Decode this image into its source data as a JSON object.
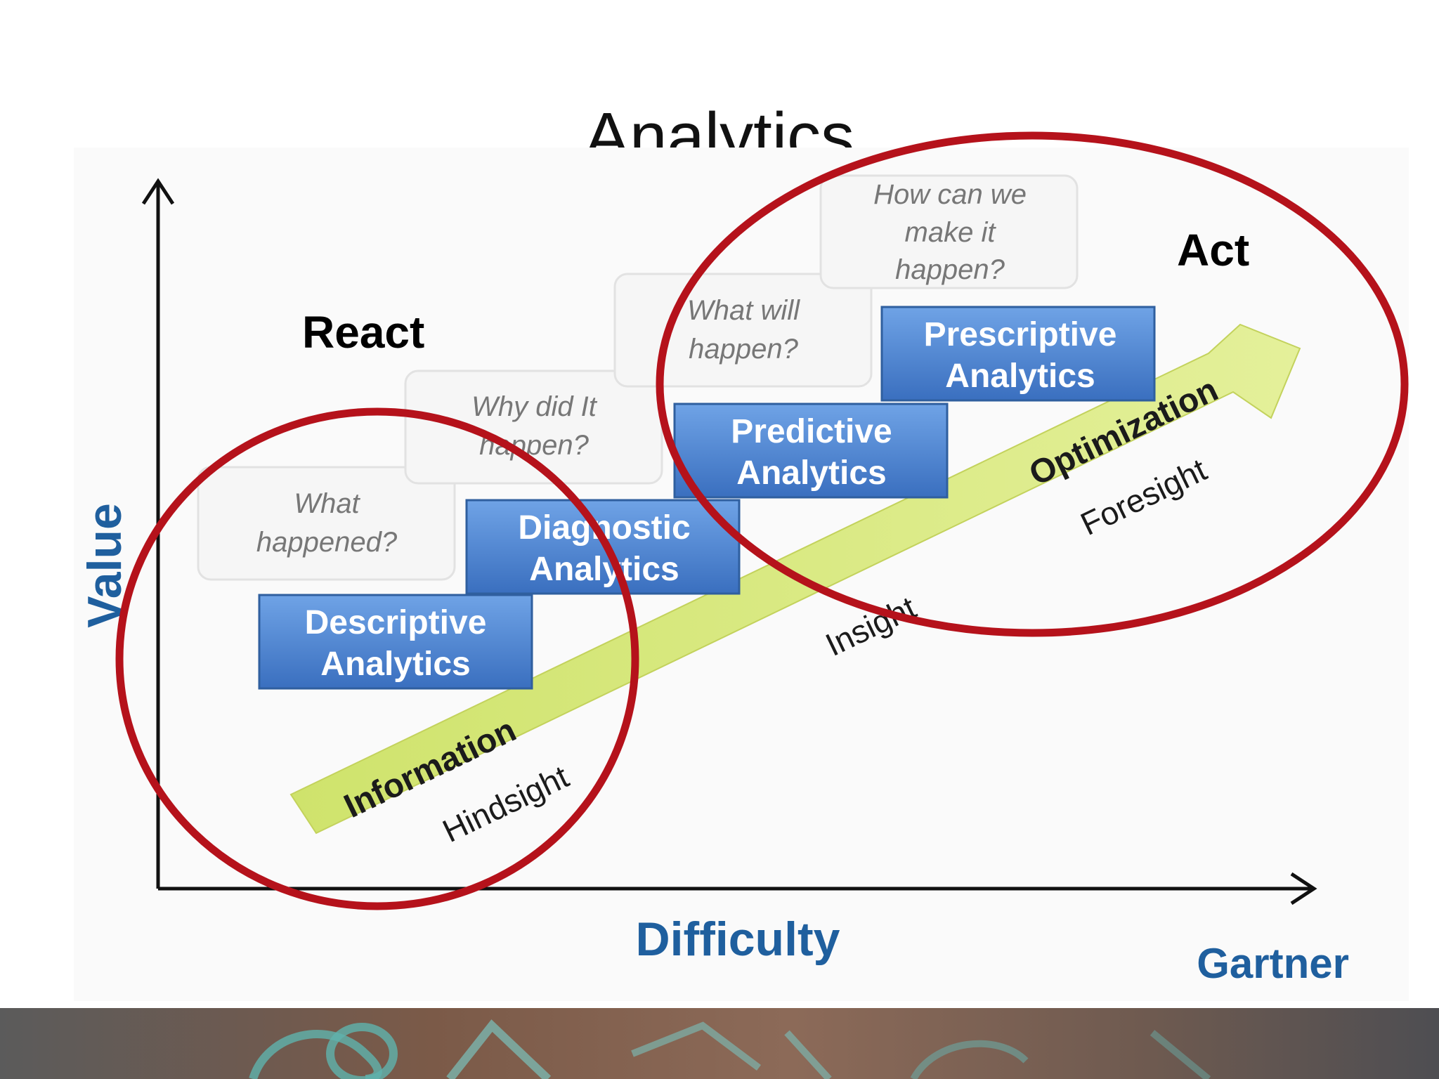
{
  "slide": {
    "title": "Analytics",
    "react_label": "React",
    "act_label": "Act"
  },
  "diagram": {
    "y_axis_label": "Value",
    "x_axis_label": "Difficulty",
    "source_logo": "Gartner",
    "arrow": {
      "stage_labels": [
        "Information",
        "Insight",
        "Optimization"
      ],
      "time_labels": [
        "Hindsight",
        "Foresight"
      ]
    },
    "steps": [
      {
        "box_line1": "Descriptive",
        "box_line2": "Analytics",
        "question_line1": "What",
        "question_line2": "happened?",
        "question_line3": ""
      },
      {
        "box_line1": "Diagnostic",
        "box_line2": "Analytics",
        "question_line1": "Why did It",
        "question_line2": "happen?",
        "question_line3": ""
      },
      {
        "box_line1": "Predictive",
        "box_line2": "Analytics",
        "question_line1": "What will",
        "question_line2": "happen?",
        "question_line3": ""
      },
      {
        "box_line1": "Prescriptive",
        "box_line2": "Analytics",
        "question_line1": "How can we",
        "question_line2": "make it",
        "question_line3": "happen?"
      }
    ]
  },
  "colors": {
    "box_blue": "#4a84d0",
    "arrow_green": "#d3e77a",
    "circle_red": "#b5121b",
    "axis_label_blue": "#1f5f9e"
  }
}
